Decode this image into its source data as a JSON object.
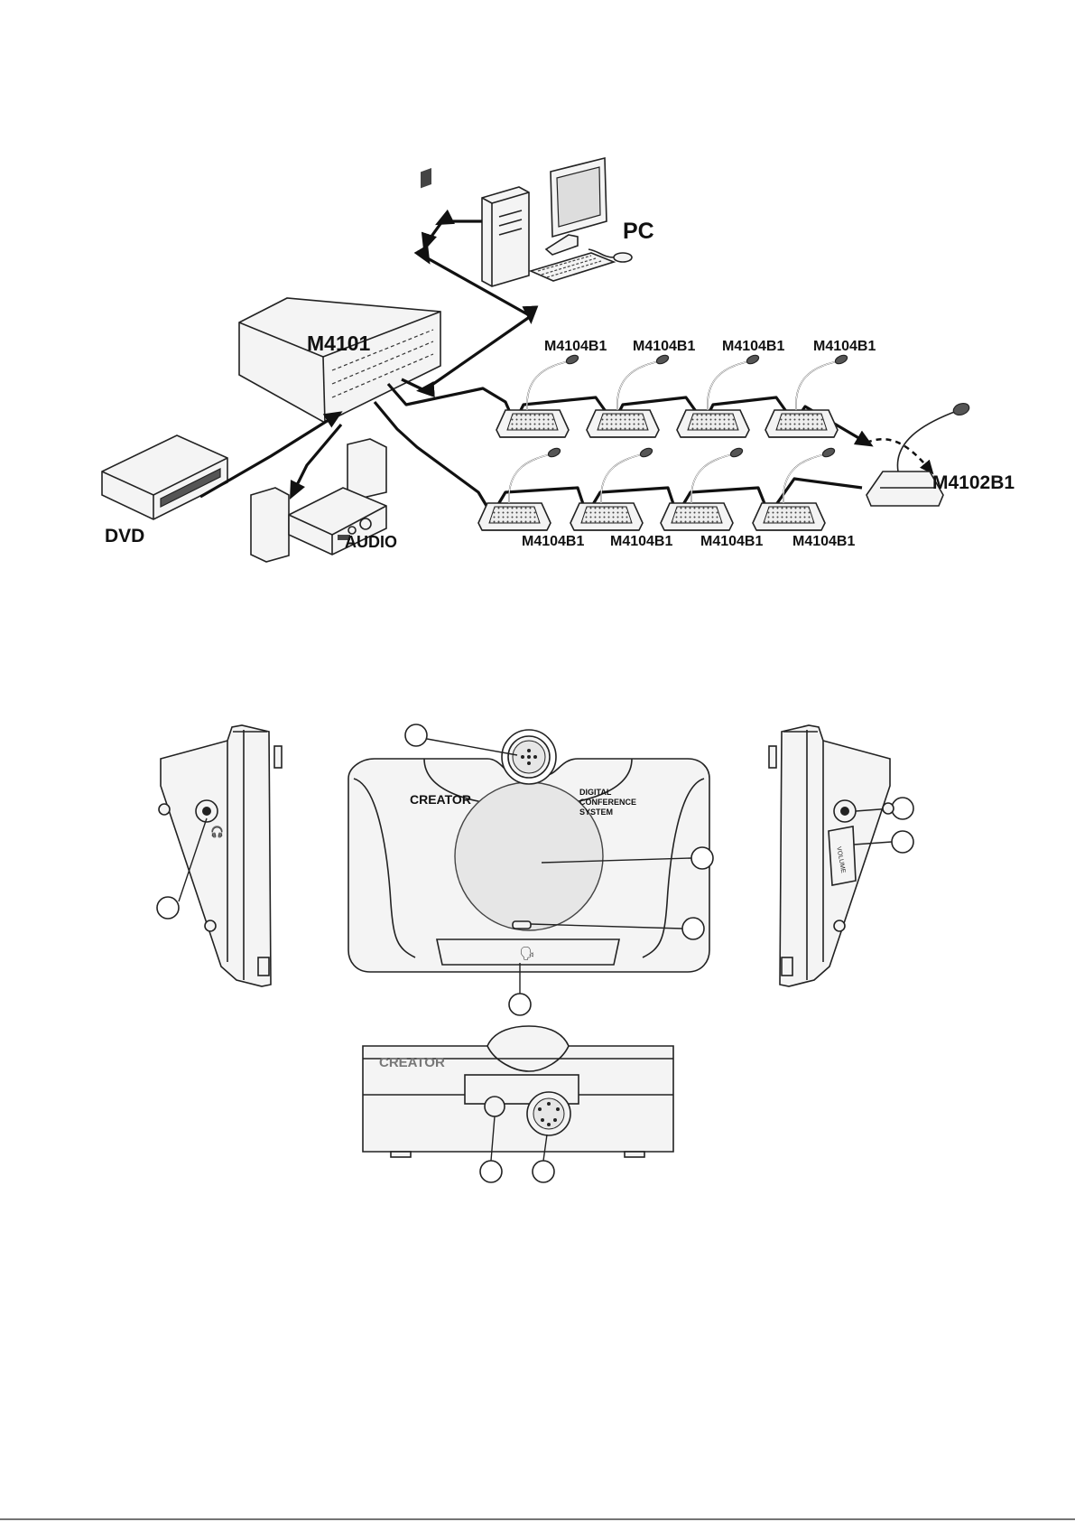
{
  "system_diagram": {
    "pc_label": "PC",
    "main_unit_label": "M4101",
    "dvd_label": "DVD",
    "audio_label": "AUDIO",
    "top_row_labels": [
      "M4104B1",
      "M4104B1",
      "M4104B1",
      "M4104B1"
    ],
    "bottom_row_labels": [
      "M4104B1",
      "M4104B1",
      "M4104B1",
      "M4104B1"
    ],
    "chairman_unit_label": "M4102B1"
  },
  "unit_views": {
    "brand_top": "CREATOR",
    "system_text": [
      "DIGITAL",
      "CONFERENCE",
      "SYSTEM"
    ],
    "brand_front": "CREATOR",
    "volume_text": "VOLUME"
  }
}
